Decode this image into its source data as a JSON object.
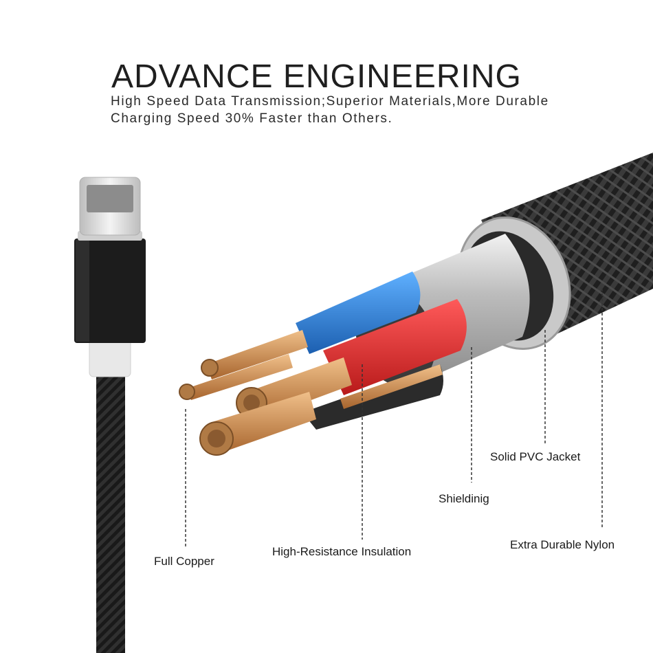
{
  "headline": "ADVANCE ENGINEERING",
  "subtitle_line1": "High Speed Data Transmission;Superior Materials,More Durable",
  "subtitle_line2": "Charging Speed 30% Faster than Others.",
  "labels": {
    "full_copper": "Full Copper",
    "insulation": "High-Resistance Insulation",
    "shielding": "Shieldinig",
    "pvc_jacket": "Solid PVC Jacket",
    "nylon": "Extra Durable Nylon"
  },
  "colors": {
    "nylon_braid": "#2b2b2b",
    "blue_wire": "#2a7fd6",
    "red_wire": "#e03030",
    "copper": "#c98a4a",
    "shield_silver": "#d9d9d9",
    "connector_black": "#1c1c1c"
  }
}
